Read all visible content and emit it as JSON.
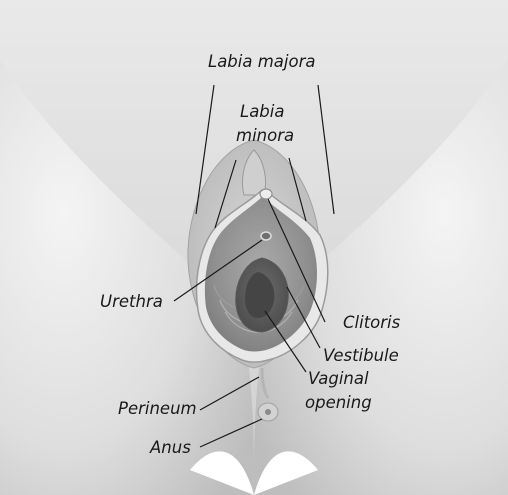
{
  "labels": {
    "labia_majora": "Labia majora",
    "labia_minora_line1": "Labia",
    "labia_minora_line2": "minora",
    "urethra": "Urethra",
    "clitoris": "Clitoris",
    "vestibule": "Vestibule",
    "vaginal_opening_line1": "Vaginal",
    "vaginal_opening_line2": "opening",
    "perineum": "Perineum",
    "anus": "Anus"
  }
}
